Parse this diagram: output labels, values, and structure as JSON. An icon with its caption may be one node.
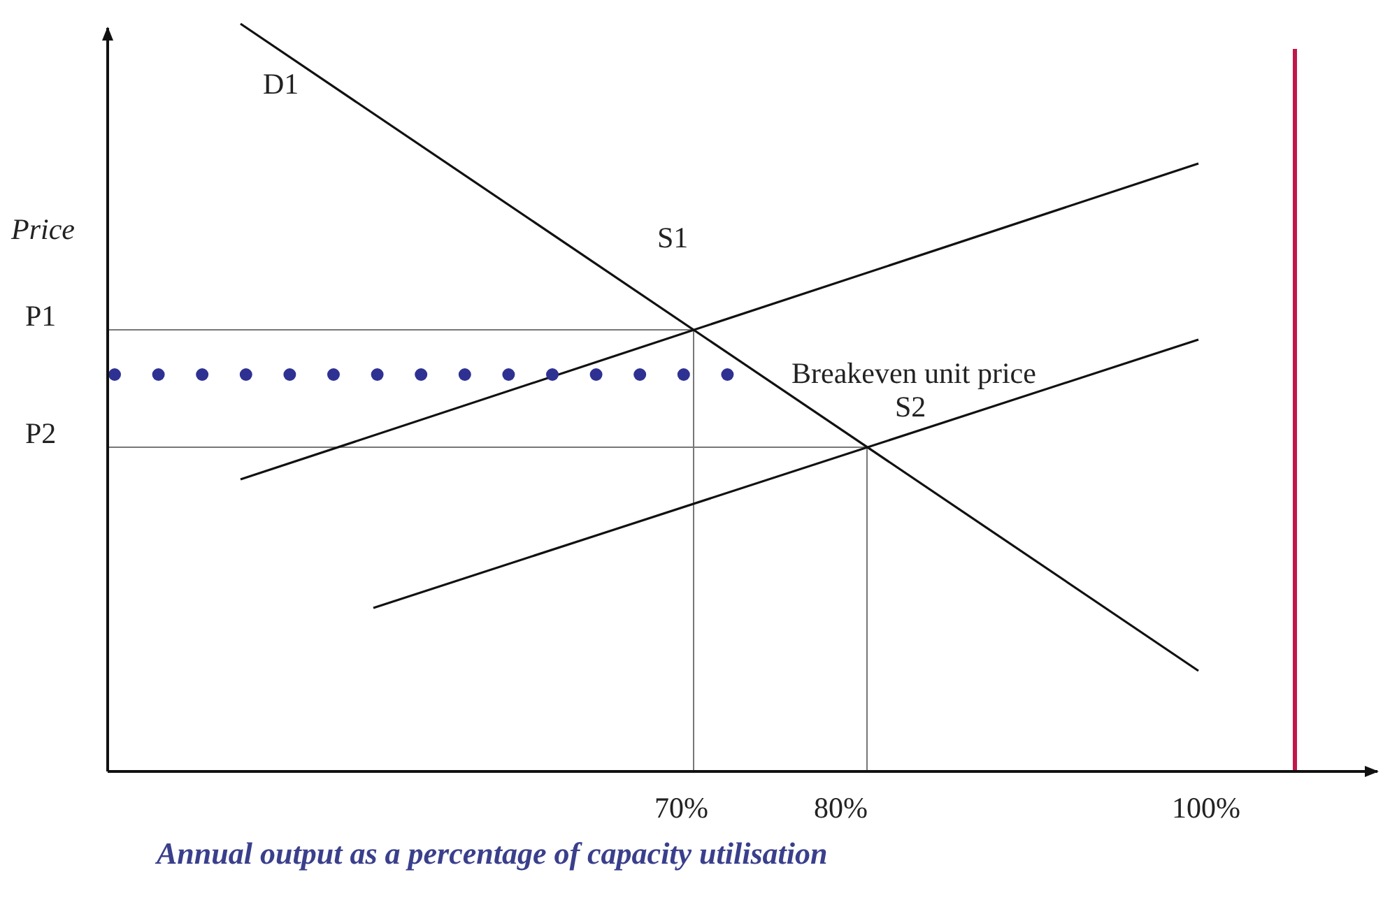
{
  "diagram": {
    "caption": "Annual output as a percentage of capacity utilisation",
    "labels": [
      "D1",
      "Price",
      "S1",
      "P1",
      "Breakeven unit price",
      "P2",
      "S2",
      "70%",
      "80%",
      "100%"
    ]
  }
}
